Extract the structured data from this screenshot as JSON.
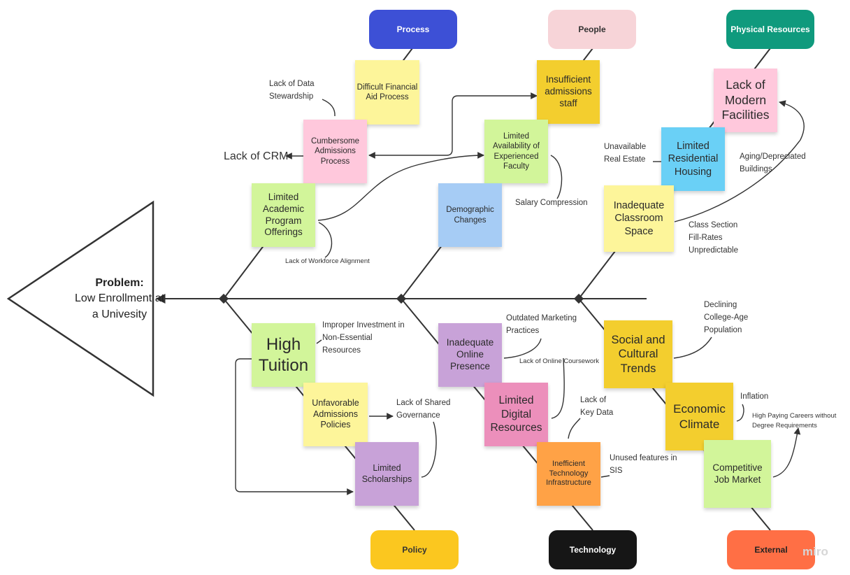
{
  "problem": {
    "heading": "Problem:",
    "line1": "Low Enrollment at",
    "line2": "a Univesity"
  },
  "categories": {
    "process": "Process",
    "people": "People",
    "physical": "Physical Resources",
    "policy": "Policy",
    "technology": "Technology",
    "external": "External"
  },
  "colors": {
    "process": "#3d50d6",
    "people": "#f7d4d8",
    "physical": "#0f9a7d",
    "policy": "#fbc71f",
    "technology": "#161616",
    "external": "#ff6f45",
    "yellow": "#fdf59a",
    "pink": "#ffc8dc",
    "green": "#d2f59a",
    "blue": "#a6ccf5",
    "gold": "#f3ce2e",
    "cyan": "#6ad0f6",
    "purple": "#c8a2d8",
    "magenta": "#ec8fbb",
    "orange": "#ffa246"
  },
  "stickies": {
    "difficult_financial_aid": "Difficult Financial Aid Process",
    "cumbersome_admissions": "Cumbersome Admissions Process",
    "limited_academic_programs": "Limited Academic Program Offerings",
    "insufficient_admissions_staff": "Insufficient admissions staff",
    "limited_experienced_faculty": "Limited Availability of Experienced Faculty",
    "demographic_changes": "Demographic Changes",
    "lack_modern_facilities": "Lack of Modern Facilities",
    "limited_residential_housing": "Limited Residential Housing",
    "inadequate_classroom_space": "Inadequate Classroom Space",
    "high_tuition": "High Tuition",
    "unfavorable_admissions_policies": "Unfavorable Admissions Policies",
    "limited_scholarships": "Limited Scholarships",
    "inadequate_online_presence": "Inadequate Online Presence",
    "limited_digital_resources": "Limited Digital Resources",
    "inefficient_technology": "Inefficient Technology Infrastructure",
    "social_cultural_trends": "Social and Cultural Trends",
    "economic_climate": "Economic Climate",
    "competitive_job_market": "Competitive Job Market"
  },
  "labels": {
    "lack_data_stewardship": "Lack of Data Stewardship",
    "lack_crm": "Lack of CRM",
    "lack_workforce_alignment": "Lack of Workforce Alignment",
    "salary_compression": "Salary Compression",
    "unavailable_real_estate": "Unavailable Real Estate",
    "aging_buildings": "Aging/Depreciated Buildings",
    "class_section_fill_rates": "Class Section Fill-Rates Unpredictable",
    "improper_investment": "Improper Investment in Non-Essential Resources",
    "lack_shared_governance": "Lack of Shared Governance",
    "outdated_marketing": "Outdated Marketing Practices",
    "lack_online_coursework": "Lack of Online Coursework",
    "lack_key_data": "Lack of Key Data",
    "unused_features_sis": "Unused features in SIS",
    "declining_population": "Declining College-Age Population",
    "inflation": "Inflation",
    "high_paying_careers": "High Paying Careers without Degree Requirements"
  },
  "watermark": "miro"
}
